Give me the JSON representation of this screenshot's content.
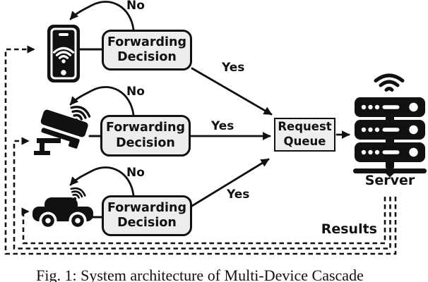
{
  "diagram": {
    "devices": [
      {
        "name": "smartphone",
        "icon": "smartphone-icon"
      },
      {
        "name": "security-camera",
        "icon": "cctv-camera-icon"
      },
      {
        "name": "car",
        "icon": "car-icon"
      },
      {
        "name": "server",
        "icon": "server-rack-icon"
      }
    ],
    "decision_boxes": [
      {
        "line1": "Forwarding",
        "line2": "Decision"
      },
      {
        "line1": "Forwarding",
        "line2": "Decision"
      },
      {
        "line1": "Forwarding",
        "line2": "Decision"
      }
    ],
    "queue_box": {
      "line1": "Request",
      "line2": "Queue"
    },
    "edge_labels": {
      "no_1": "No",
      "no_2": "No",
      "no_3": "No",
      "yes_1": "Yes",
      "yes_2": "Yes",
      "yes_3": "Yes",
      "results": "Results"
    },
    "server_label": "Server",
    "caption": "Fig. 1: System architecture of Multi-Device Cascade",
    "colors": {
      "ink": "#111111",
      "box_fill": "#ededed",
      "background": "#ffffff"
    }
  }
}
